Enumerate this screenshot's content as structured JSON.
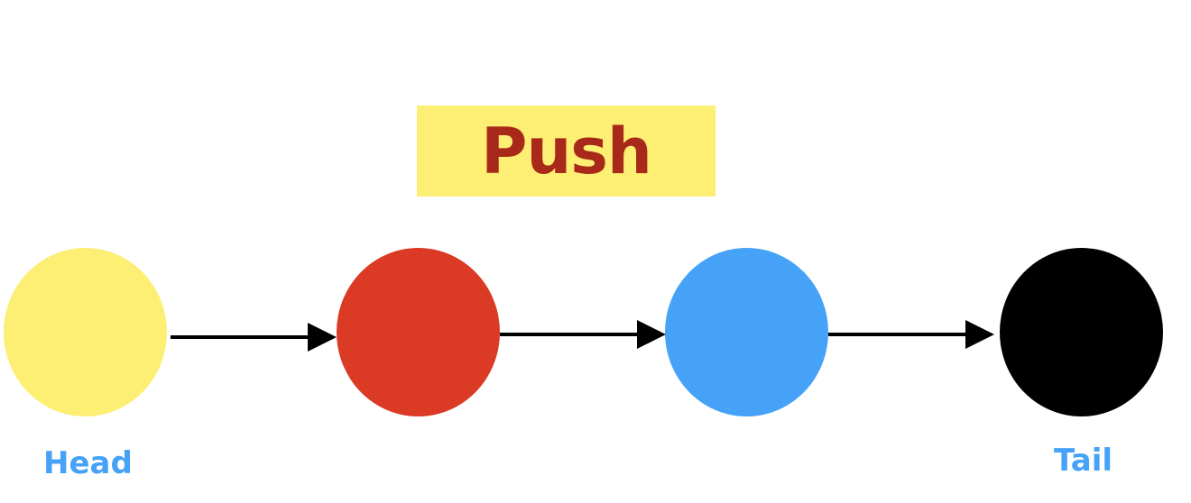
{
  "push_box": {
    "label": "Push",
    "background": "#fdee74",
    "text_color": "#a8291a"
  },
  "nodes": [
    {
      "role": "head",
      "color": "#fdee74"
    },
    {
      "role": "node",
      "color": "#db3a25"
    },
    {
      "role": "node",
      "color": "#45a2f7"
    },
    {
      "role": "tail",
      "color": "#000000"
    }
  ],
  "labels": {
    "head": "Head",
    "tail": "Tail",
    "color": "#45a2f7"
  },
  "arrows": {
    "color": "#000000"
  }
}
